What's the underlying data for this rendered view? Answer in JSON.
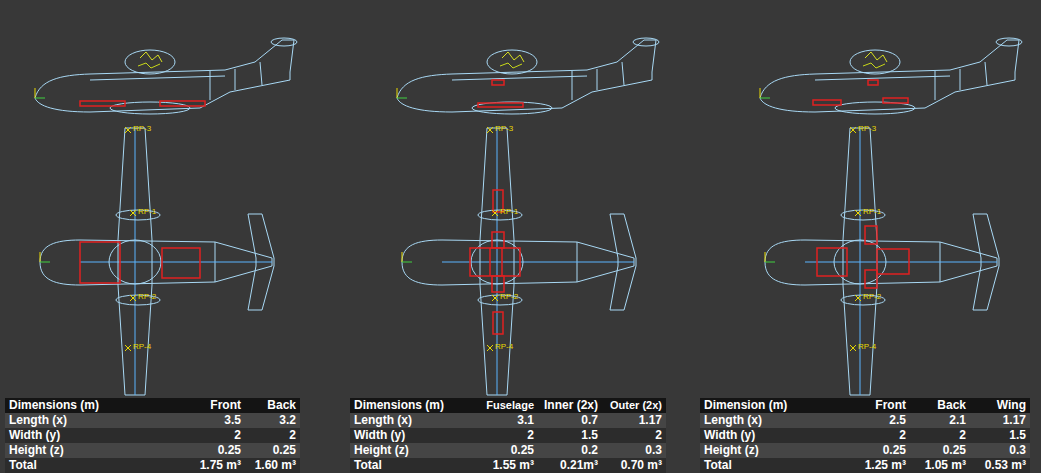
{
  "diagram": {
    "labels": [
      "RP-3",
      "RP-1",
      "RP-2",
      "RP-4",
      "Dimensions (m)",
      "Front",
      "Back",
      "Length (x)",
      "3.5",
      "3.2",
      "Width (y)",
      "2",
      "2",
      "Height (z)",
      "0.25",
      "0.25",
      "Total",
      "1.75 m³",
      "1.60 m³",
      "RP-3",
      "RP-1",
      "RP-2",
      "RP-4",
      "Dimensions (m)",
      "Fuselage",
      "Inner (2x)",
      "Outer (2x)",
      "Length (x)",
      "3.1",
      "0.7",
      "1.17",
      "Width (y)",
      "2",
      "1.5",
      "2",
      "Height (z)",
      "0.25",
      "0.2",
      "0.3",
      "Total",
      "1.55 m³",
      "0.21m³",
      "0.70 m³",
      "RP-3",
      "RP-1",
      "RP-2",
      "RP-4",
      "Dimension (m)",
      "Front",
      "Back",
      "Wing",
      "Length (x)",
      "2.5",
      "2.1",
      "1.17",
      "Width (y)",
      "2",
      "2",
      "1.5",
      "Height (z)",
      "0.25",
      "0.25",
      "0.3",
      "Total",
      "1.25 m³",
      "1.05 m³",
      "0.53 m³"
    ]
  }
}
